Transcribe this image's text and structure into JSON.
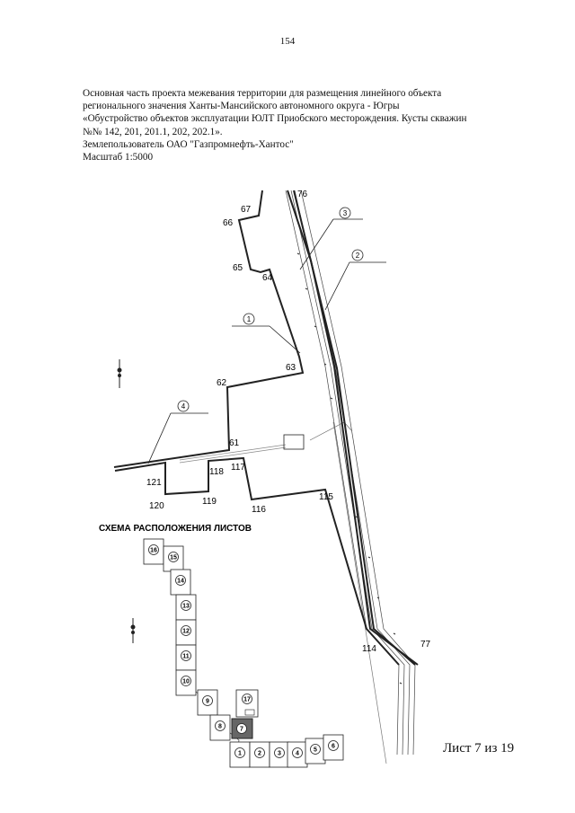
{
  "page_number": "154",
  "header": {
    "lines": [
      "Основная часть проекта межевания территории для размещения линейного объекта",
      "регионального значения Ханты-Мансийского автономного округа - Югры",
      "«Обустройство объектов эксплуатации ЮЛТ Приобского месторождения. Кусты скважин",
      "№№ 142, 201, 201.1, 202, 202.1».",
      "Землепользователь ОАО \"Газпромнефть-Хантос\"",
      "Масштаб 1:5000"
    ]
  },
  "plan": {
    "point_labels": [
      "76",
      "67",
      "66",
      "65",
      "64",
      "63",
      "62",
      "61",
      "121",
      "120",
      "119",
      "118",
      "117",
      "116",
      "115",
      "114",
      "77"
    ],
    "callouts": [
      "1",
      "2",
      "3",
      "4"
    ]
  },
  "schema": {
    "title": "СХЕМА РАСПОЛОЖЕНИЯ ЛИСТОВ",
    "sheets": [
      "16",
      "15",
      "14",
      "13",
      "12",
      "11",
      "10",
      "9",
      "8",
      "7",
      "17",
      "1",
      "2",
      "3",
      "4",
      "5",
      "6"
    ]
  },
  "sheet_label": "Лист 7 из 19"
}
